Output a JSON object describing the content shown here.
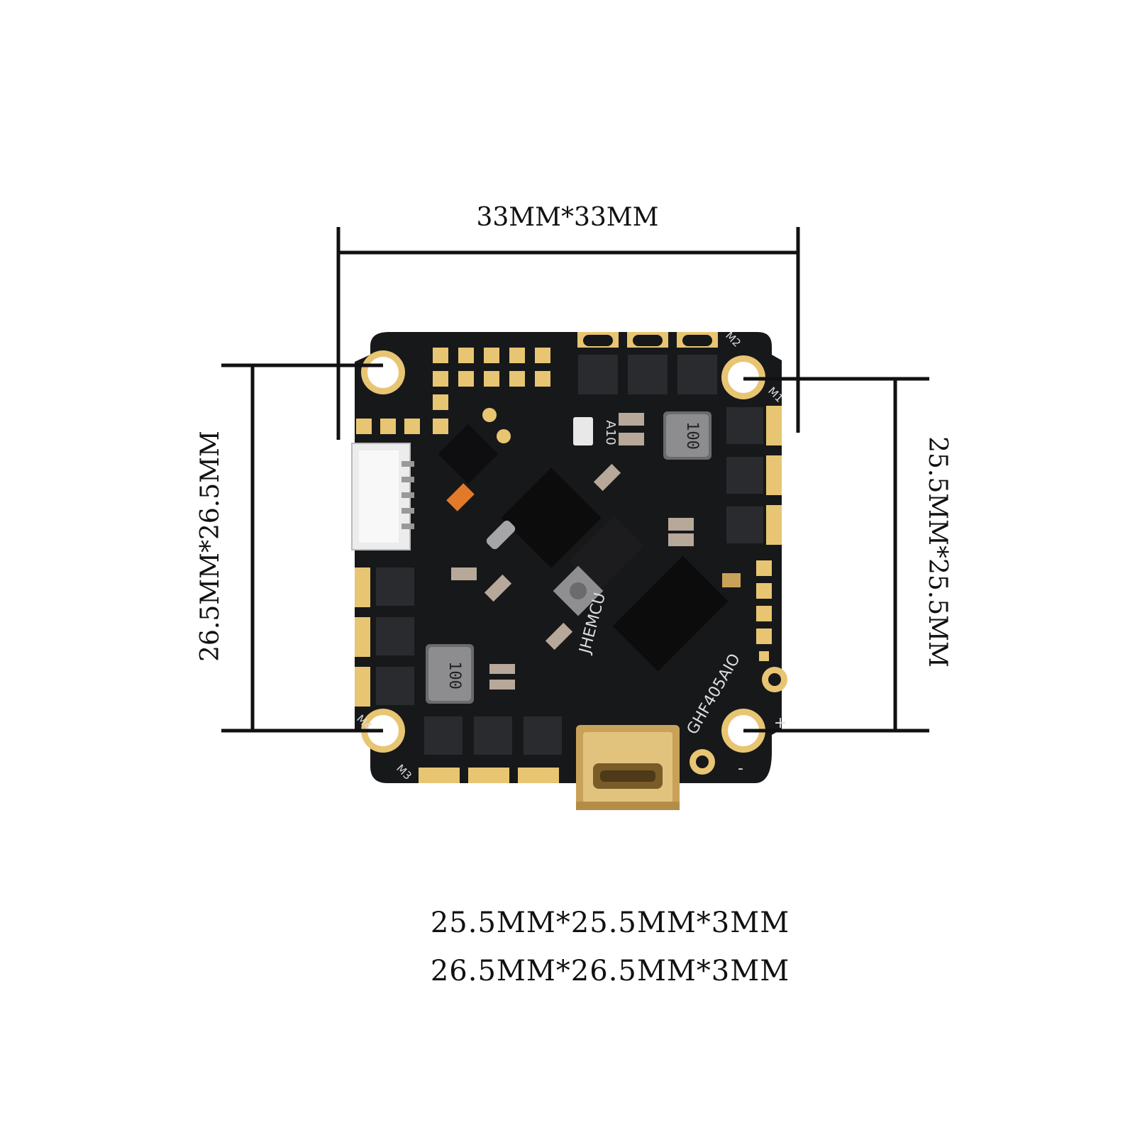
{
  "dimensions": {
    "overall": "33MM*33MM",
    "left_mount": "26.5MM*26.5MM",
    "right_mount": "25.5MM*25.5MM"
  },
  "board_silkscreen": {
    "brand": "JHEMCU",
    "model": "GHF405AIO",
    "inductor_code": "100",
    "chip_marking": "A10",
    "motor_labels": [
      "M1",
      "M2",
      "M3",
      "M4"
    ],
    "plus_sign": "+",
    "minus_sign": "-"
  },
  "specs": [
    "25.5MM*25.5MM*3MM",
    "26.5MM*26.5MM*3MM"
  ],
  "colors": {
    "pcb": "#17181a",
    "gold_pad": "#e8c572",
    "component": "#2a2b2e",
    "dimension_line": "#111111",
    "usb": "#c9a25a"
  }
}
